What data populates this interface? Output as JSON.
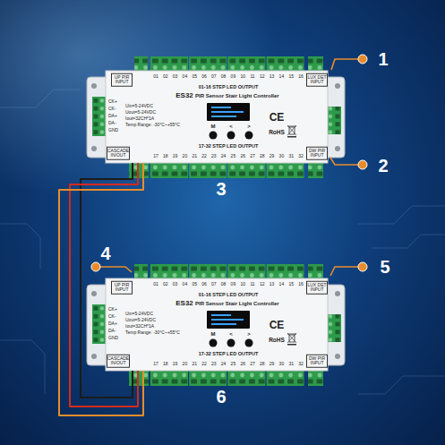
{
  "diagram": {
    "nodes": [
      {
        "text": [
          "ES32",
          "PIR Sensor Stair Light Controller"
        ]
      },
      {
        "text": [
          "ES32",
          "PIR Sensor Stair Light Controller"
        ]
      }
    ],
    "edges": [
      {
        "from": 0,
        "to": 1,
        "arrow": "none"
      },
      {
        "from": 0,
        "to": 1,
        "arrow": "none"
      },
      {
        "from": 0,
        "to": 1,
        "arrow": "none"
      }
    ],
    "labels": [
      "UP PIR INPUT",
      "01",
      "02",
      "03",
      "04",
      "05",
      "06",
      "07",
      "08",
      "09",
      "10",
      "11",
      "12",
      "13",
      "14",
      "15",
      "16",
      "LUX DET INPUT",
      "01-16 STEP LED OUTPUT",
      "Uin=5-24VDC",
      "Uout=5-24VDC",
      "Iout=32CH*1A",
      "Temp Range: -30°C~+55°C",
      "M",
      "<",
      ">",
      "CE",
      "RoHS",
      "CK+",
      "CK-",
      "DA+",
      "DA-",
      "GND",
      "CASCADE IN/OUT",
      "17",
      "18",
      "19",
      "20",
      "21",
      "22",
      "23",
      "24",
      "25",
      "26",
      "27",
      "28",
      "29",
      "30",
      "31",
      "32",
      "17-32 STEP LED OUTPUT",
      "DW PIR INPUT",
      "1",
      "2",
      "3",
      "UP PIR INPUT",
      "01",
      "02",
      "03",
      "04",
      "05",
      "06",
      "07",
      "08",
      "09",
      "10",
      "11",
      "12",
      "13",
      "14",
      "15",
      "16",
      "LUX DET INPUT",
      "01-16 STEP LED OUTPUT",
      "Uin=5-24VDC",
      "Uout=5-24VDC",
      "Iout=32CH*1A",
      "Temp Range: -30°C~+55°C",
      "M",
      "<",
      ">",
      "CE",
      "RoHS",
      "CK+",
      "CK-",
      "DA+",
      "DA-",
      "GND",
      "CASCADE IN/OUT",
      "17",
      "18",
      "19",
      "20",
      "21",
      "22",
      "23",
      "24",
      "25",
      "26",
      "27",
      "28",
      "29",
      "30",
      "31",
      "32",
      "17-32 STEP LED OUTPUT",
      "DW PIR INPUT",
      "4",
      "5",
      "6"
    ]
  }
}
